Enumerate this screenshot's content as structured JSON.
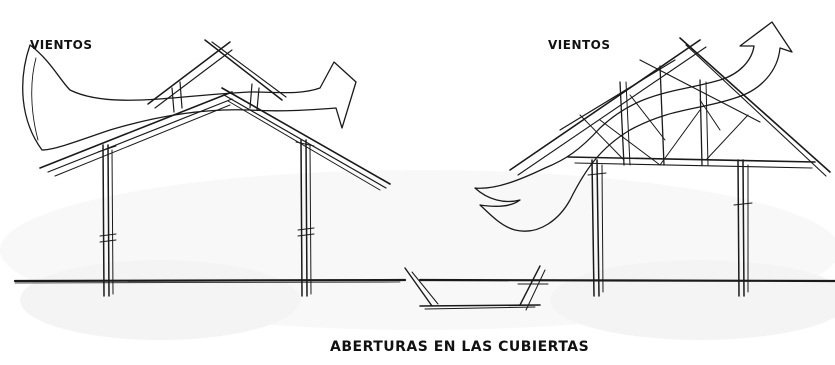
{
  "labels": {
    "wind_left": "VIENTOS",
    "wind_right": "VIENTOS",
    "caption": "ABERTURAS EN LAS CUBIERTAS"
  },
  "colors": {
    "ink": "#1a1a1a",
    "paper": "#ffffff",
    "wash": "#e9e9e9"
  }
}
